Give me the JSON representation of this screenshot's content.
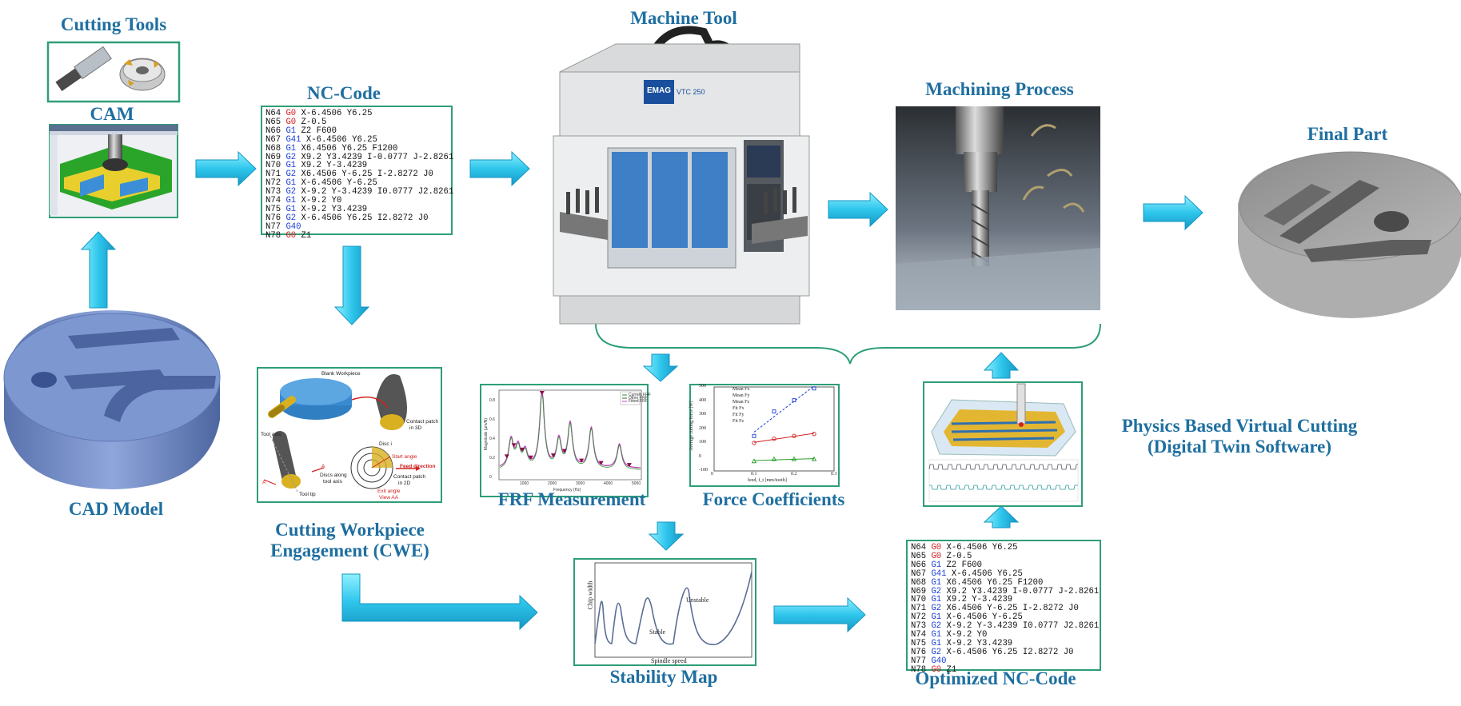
{
  "labels": {
    "cutting_tools": "Cutting Tools",
    "cam": "CAM",
    "nc_code": "NC-Code",
    "machine_tool": "Machine Tool",
    "machining_process": "Machining Process",
    "final_part": "Final Part",
    "cad_model": "CAD Model",
    "cwe_line1": "Cutting Workpiece",
    "cwe_line2": "Engagement (CWE)",
    "frf": "FRF Measurement",
    "force_coeff": "Force Coefficients",
    "stability_map": "Stability Map",
    "optimized_nc": "Optimized NC-Code",
    "physics_line1": "Physics Based Virtual Cutting",
    "physics_line2": "(Digital Twin Software)"
  },
  "machine": {
    "brand": "EMAG",
    "model": "VTC 250"
  },
  "nc_lines": [
    [
      {
        "t": "N64 "
      },
      {
        "t": "G0",
        "c": "g"
      },
      {
        "t": " X-6.4506 Y6.25"
      }
    ],
    [
      {
        "t": "N65 "
      },
      {
        "t": "G0",
        "c": "g"
      },
      {
        "t": " Z-0.5"
      }
    ],
    [
      {
        "t": "N66 "
      },
      {
        "t": "G1",
        "c": "b"
      },
      {
        "t": " Z2 F600"
      }
    ],
    [
      {
        "t": "N67 "
      },
      {
        "t": "G41",
        "c": "b"
      },
      {
        "t": " X-6.4506 Y6.25"
      }
    ],
    [
      {
        "t": "N68 "
      },
      {
        "t": "G1",
        "c": "b"
      },
      {
        "t": " X6.4506 Y6.25 F1200"
      }
    ],
    [
      {
        "t": "N69 "
      },
      {
        "t": "G2",
        "c": "b"
      },
      {
        "t": " X9.2 Y3.4239 I-0.0777 J-2.8261"
      }
    ],
    [
      {
        "t": "N70 "
      },
      {
        "t": "G1",
        "c": "b"
      },
      {
        "t": " X9.2 Y-3.4239"
      }
    ],
    [
      {
        "t": "N71 "
      },
      {
        "t": "G2",
        "c": "b"
      },
      {
        "t": " X6.4506 Y-6.25 I-2.8272 J0"
      }
    ],
    [
      {
        "t": "N72 "
      },
      {
        "t": "G1",
        "c": "b"
      },
      {
        "t": " X-6.4506 Y-6.25"
      }
    ],
    [
      {
        "t": "N73 "
      },
      {
        "t": "G2",
        "c": "b"
      },
      {
        "t": " X-9.2 Y-3.4239 I0.0777 J2.8261"
      }
    ],
    [
      {
        "t": "N74 "
      },
      {
        "t": "G1",
        "c": "b"
      },
      {
        "t": " X-9.2 Y0"
      }
    ],
    [
      {
        "t": "N75 "
      },
      {
        "t": "G1",
        "c": "b"
      },
      {
        "t": " X-9.2 Y3.4239"
      }
    ],
    [
      {
        "t": "N76 "
      },
      {
        "t": "G2",
        "c": "b"
      },
      {
        "t": " X-6.4506 Y6.25 I2.8272 J0"
      }
    ],
    [
      {
        "t": "N77 "
      },
      {
        "t": "G40",
        "c": "b"
      }
    ],
    [
      {
        "t": "N78 "
      },
      {
        "t": "G0",
        "c": "g"
      },
      {
        "t": " Z1"
      }
    ]
  ],
  "cwe": {
    "blank_workpiece": "Blank Workpiece",
    "contact_patch_3d_l1": "Contact patch",
    "contact_patch_3d_l2": "in 3D",
    "tool_axis": "Tool axis",
    "disc_i": "Disc i",
    "start_angle": "Start angle",
    "feed_direction": "Feed direction",
    "discs_along_l1": "Discs along",
    "discs_along_l2": "tool axis",
    "contact_patch_2d_l1": "Contact patch",
    "contact_patch_2d_l2": "in 2D",
    "tool_tip": "Tool tip",
    "exit_angle": "Exit angle",
    "view_aa": "View AA",
    "a_mark": "A"
  },
  "stability": {
    "ylabel": "Chip width",
    "xlabel": "Spindle speed",
    "unstable": "Unstable",
    "stable": "Stable"
  },
  "frf_chart": {
    "type": "line",
    "xlabel": "Frequency (Hz)",
    "ylabel": "Magnitude (µm/N)",
    "legend": [
      "Current FRF",
      "Other FRF",
      "Fitted FRF"
    ],
    "xticks": [
      "1000",
      "2000",
      "3000",
      "4000",
      "5000"
    ],
    "yticks": [
      "0",
      "0.2",
      "0.4",
      "0.6",
      "0.8"
    ]
  },
  "chart_data": {
    "type": "scatter",
    "xlabel": "feed, f_t [mm/tooth]",
    "ylabel": "Average cutting force [N]",
    "xlim": [
      0,
      0.3
    ],
    "ylim": [
      -100,
      500
    ],
    "xticks": [
      "0",
      "0.1",
      "0.2",
      "0.3"
    ],
    "yticks": [
      "-100",
      "0",
      "100",
      "200",
      "300",
      "400",
      "500"
    ],
    "legend": [
      "Mean Fx",
      "Mean Fy",
      "Mean Fz",
      "Fit Fx",
      "Fit Fy",
      "Fit Fz"
    ],
    "series": [
      {
        "name": "Mean Fx",
        "color": "#d42020",
        "marker": "circle",
        "x": [
          0.1,
          0.15,
          0.2,
          0.25
        ],
        "y": [
          100,
          130,
          150,
          165
        ]
      },
      {
        "name": "Mean Fy",
        "color": "#1a3fd6",
        "marker": "square",
        "x": [
          0.1,
          0.15,
          0.2,
          0.25
        ],
        "y": [
          150,
          325,
          405,
          490
        ]
      },
      {
        "name": "Mean Fz",
        "color": "#2aa02a",
        "marker": "triangle",
        "x": [
          0.1,
          0.15,
          0.2,
          0.25
        ],
        "y": [
          -30,
          -15,
          -15,
          -15
        ]
      }
    ]
  },
  "colors": {
    "label": "#1f6fa0",
    "arrow": "#39c4e6",
    "frame": "#2e9e76",
    "cad": "#6e89c4"
  }
}
